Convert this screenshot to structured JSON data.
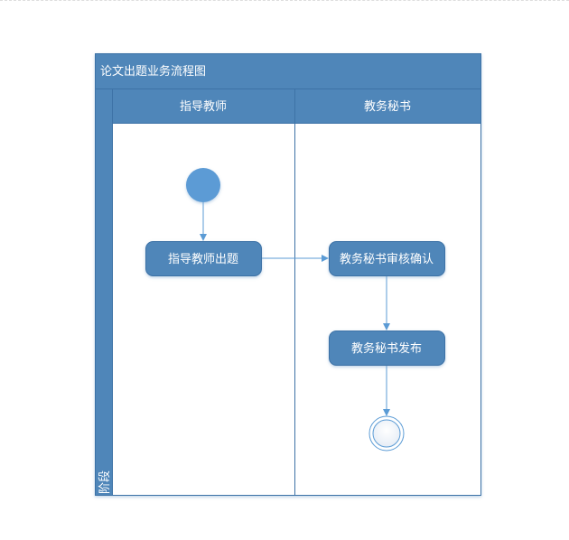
{
  "diagram": {
    "title": "论文出题业务流程图",
    "stage_label": "阶段",
    "lanes": [
      {
        "label": "指导教师"
      },
      {
        "label": "教务秘书"
      }
    ],
    "nodes": [
      {
        "label": "指导教师出题"
      },
      {
        "label": "教务秘书审核确认"
      },
      {
        "label": "教务秘书发布"
      }
    ],
    "colors": {
      "header": "#4f86b9",
      "border": "#3d72a6",
      "start": "#5b9bd5",
      "connector": "#5b9bd5"
    }
  }
}
